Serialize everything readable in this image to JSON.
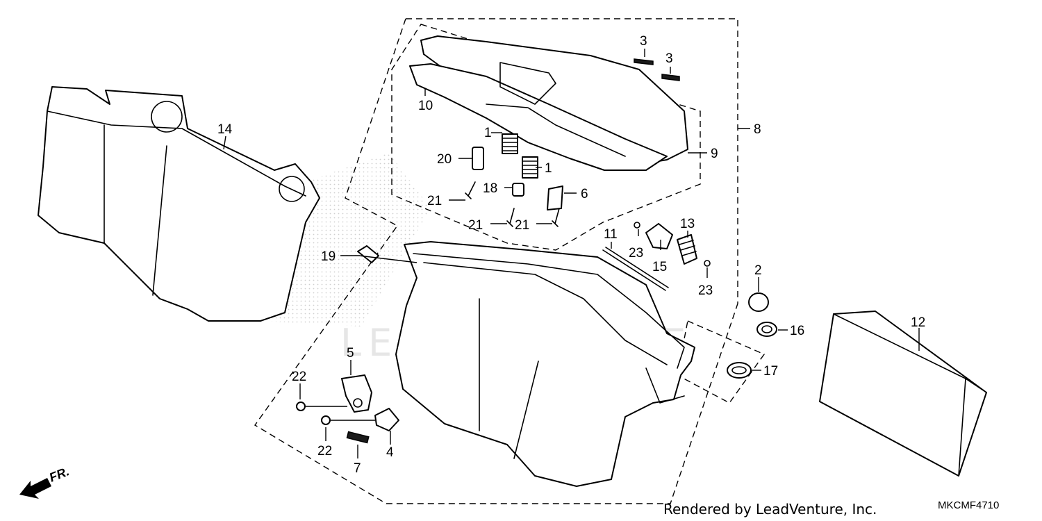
{
  "diagram": {
    "labels": {
      "p1a": "1",
      "p1b": "1",
      "p2": "2",
      "p3a": "3",
      "p3b": "3",
      "p4": "4",
      "p5": "5",
      "p6": "6",
      "p7": "7",
      "p8": "8",
      "p9": "9",
      "p10": "10",
      "p11": "11",
      "p12": "12",
      "p13": "13",
      "p14": "14",
      "p15": "15",
      "p16": "16",
      "p17": "17",
      "p18": "18",
      "p19": "19",
      "p20": "20",
      "p21a": "21",
      "p21b": "21",
      "p21c": "21",
      "p22a": "22",
      "p22b": "22",
      "p23a": "23",
      "p23b": "23"
    },
    "front_marker": "FR.",
    "watermark": "LEADVENTURE",
    "credit": "Rendered by LeadVenture, Inc.",
    "diagram_code": "MKCMF4710"
  },
  "colors": {
    "line": "#000000",
    "watermark": "#e6e6e6"
  }
}
